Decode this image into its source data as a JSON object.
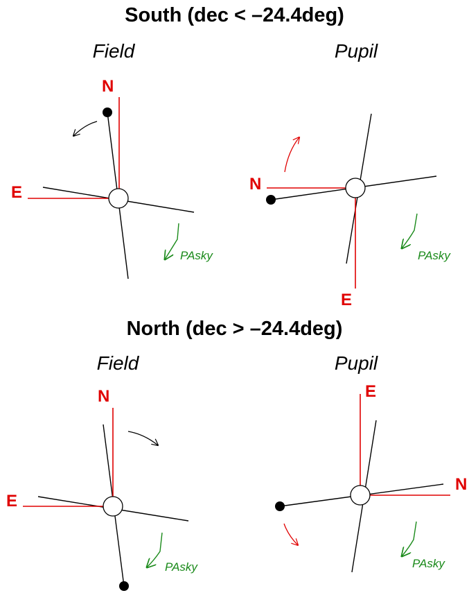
{
  "south": {
    "title": "South (dec < –24.4deg)",
    "field": {
      "title": "Field",
      "north_label": "N",
      "east_label": "E",
      "pa_label": "PAsky"
    },
    "pupil": {
      "title": "Pupil",
      "north_label": "N",
      "east_label": "E",
      "pa_label": "PAsky"
    }
  },
  "north": {
    "title": "North (dec > –24.4deg)",
    "field": {
      "title": "Field",
      "north_label": "N",
      "east_label": "E",
      "pa_label": "PAsky"
    },
    "pupil": {
      "title": "Pupil",
      "north_label": "N",
      "east_label": "E",
      "pa_label": "PAsky"
    }
  },
  "colors": {
    "axes": "#e00000",
    "pa": "#1a8a1a",
    "cross": "#000000"
  }
}
